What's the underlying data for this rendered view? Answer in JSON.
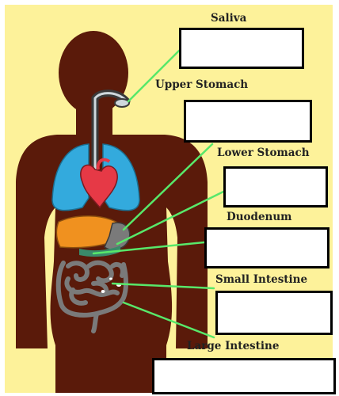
{
  "diagram": {
    "labels": {
      "saliva": "Saliva",
      "upper_stomach": "Upper Stomach",
      "lower_stomach": "Lower Stomach",
      "duodenum": "Duodenum",
      "small_intestine": "Small Intestine",
      "large_intestine": "Large Intestine"
    },
    "answer_boxes": {
      "saliva": "",
      "upper_stomach": "",
      "lower_stomach": "",
      "duodenum": "",
      "small_intestine": "",
      "large_intestine": ""
    }
  },
  "colors": {
    "page_background": "#ffffff",
    "panel_background": "#fdf29a",
    "body_silhouette": "#5a1a0a",
    "lungs": "#33aadd",
    "heart": "#e63946",
    "liver": "#f0911f",
    "stomach": "#7a7a7a",
    "intestines": "#7a7a7a",
    "esophagus": "#3a3a3a",
    "leader_lines": "#58e86a",
    "box_border": "#000000"
  }
}
